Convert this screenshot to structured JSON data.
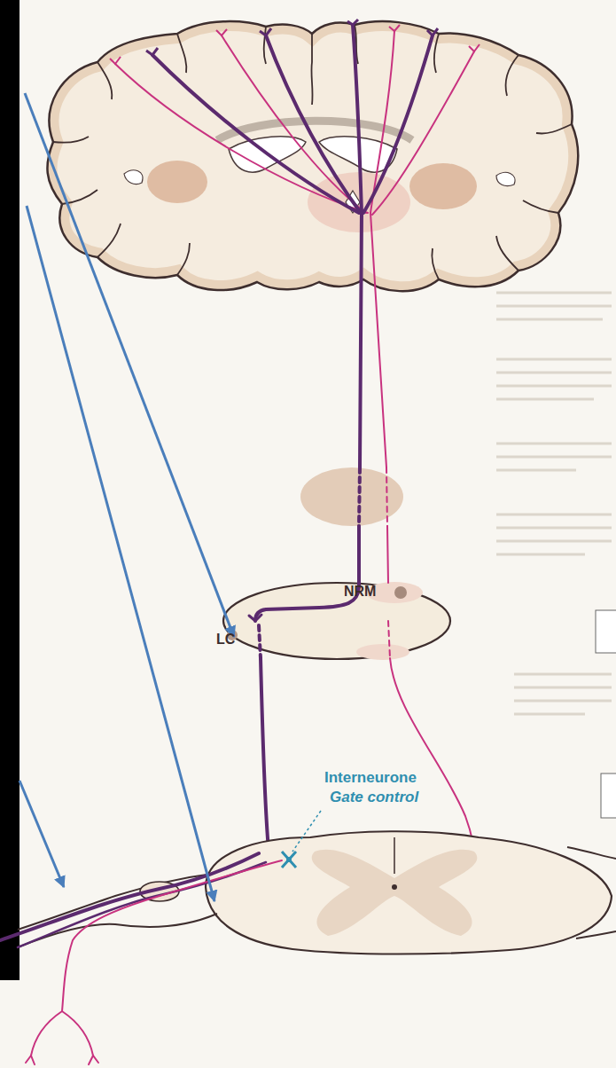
{
  "diagram": {
    "labels": [
      "NRM",
      "LC",
      "Interneurone",
      "Gate control"
    ]
  }
}
